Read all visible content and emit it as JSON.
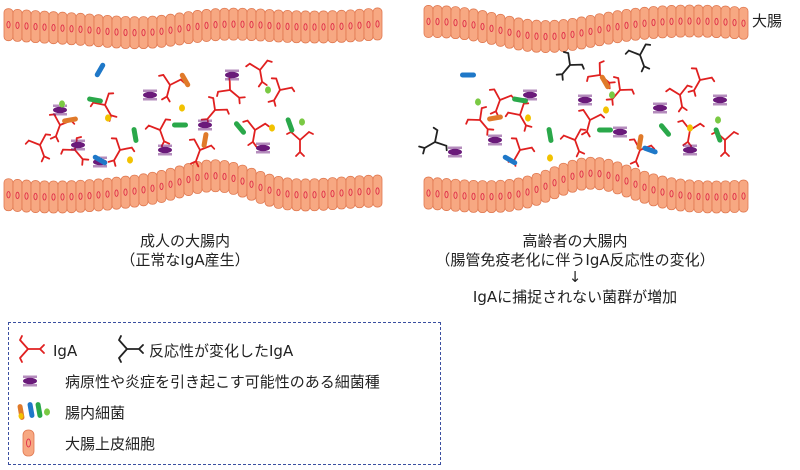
{
  "labels": {
    "large_intestine": "大腸",
    "left_caption_line1": "成人の大腸内",
    "left_caption_line2": "（正常なIgA産生）",
    "right_caption_line1": "高齢者の大腸内",
    "right_caption_line2": "（腸管免疫老化に伴うIgA反応性の変化）",
    "arrow": "↓",
    "result": "IgAに捕捉されない菌群が増加"
  },
  "legend": {
    "iga": "IgA",
    "iga_altered": "反応性が変化したIgA",
    "pathogenic": "病原性や炎症を引き起こす可能性のある細菌種",
    "commensal": "腸内細菌",
    "epithelial": "大腸上皮細胞"
  },
  "colors": {
    "epithelium": "#f7a882",
    "epithelium_edge": "#e07850",
    "nucleus": "#e0304a",
    "iga": "#e02020",
    "iga_altered": "#222222",
    "pathogen": "#6a1a7a",
    "bac_blue": "#1f78c8",
    "bac_green": "#2aa84a",
    "bac_orange": "#e07a2a",
    "bac_yellow": "#f2c200",
    "bac_lightgreen": "#7ac943",
    "legend_border": "#3a4fa0"
  }
}
